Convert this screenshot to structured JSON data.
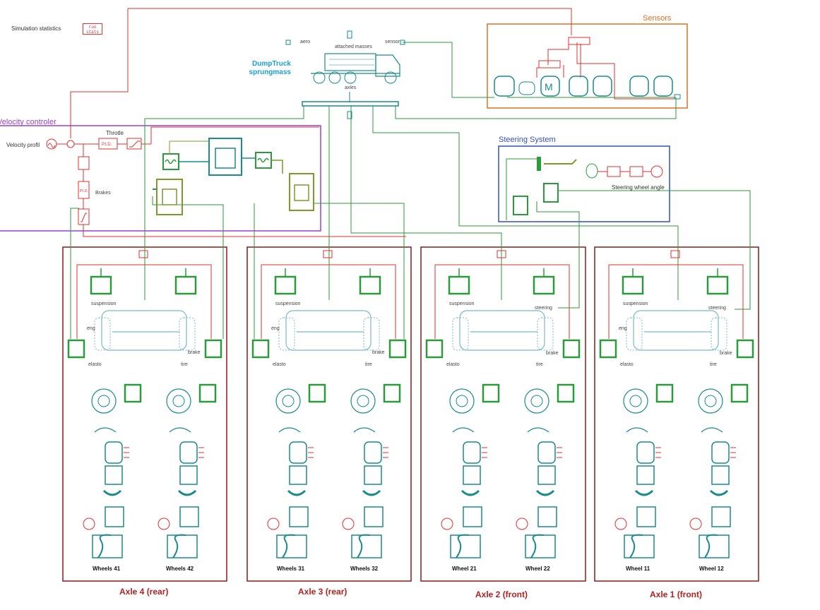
{
  "header": {
    "sim_stats_label": "Simulation statistics",
    "run_stats_line1": "run",
    "run_stats_line2": "stats"
  },
  "truck": {
    "title_line1": "DumpTruck",
    "title_line2": "sprungmass",
    "port_aero": "aero",
    "port_attached": "attached masses",
    "port_sensor": "sensor",
    "port_axles": "axles"
  },
  "groups": {
    "sensors": "Sensors",
    "velocity": "Velocity controler",
    "steering": "Steering System"
  },
  "velocity": {
    "profile_label": "Velocity profil",
    "throttle_label": "Throtle",
    "brakes_label": "Brakes",
    "pid_label": "P.I.D."
  },
  "steering": {
    "wheel_angle_label": "Steering wheel angle"
  },
  "axle_ports": {
    "suspension": "suspension",
    "steering": "steering",
    "eng": "eng",
    "brake": "brake",
    "elasto": "elasto",
    "tire": "tire"
  },
  "axles": [
    {
      "title": "Axle 4 (rear)",
      "left_wheel": "Wheels 41",
      "right_wheel": "Wheels 42",
      "steered": false
    },
    {
      "title": "Axle 3 (rear)",
      "left_wheel": "Wheels 31",
      "right_wheel": "Wheels 32",
      "steered": false
    },
    {
      "title": "Axle 2 (front)",
      "left_wheel": "Wheel 21",
      "right_wheel": "Wheel 22",
      "steered": true
    },
    {
      "title": "Axle 1 (front)",
      "left_wheel": "Wheel 11",
      "right_wheel": "Wheel 12",
      "steered": true
    }
  ],
  "colors": {
    "signal": "#e03030",
    "mechanical": "#2a9a3a",
    "drivetrain": "#7a9a2a",
    "sensor_teal": "#1a8a8a",
    "axle_frame": "#8b1a1a",
    "sensors_frame": "#e07020",
    "velocity_frame": "#9a40d0",
    "steering_frame": "#3050c0"
  }
}
